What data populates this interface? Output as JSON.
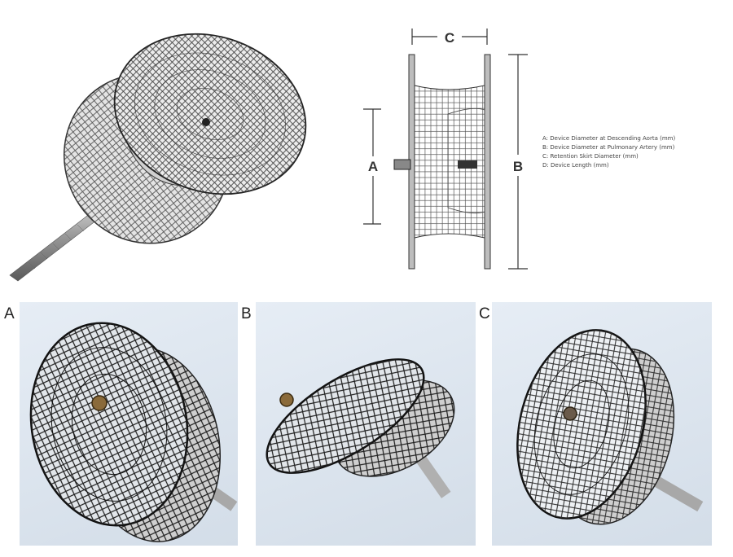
{
  "schematic": {
    "dim_a": "A",
    "dim_b": "B",
    "dim_c": "C"
  },
  "legend": [
    "A: Device Diameter at Descending Aorta (mm)",
    "B: Device Diameter at Pulmonary Artery (mm)",
    "C: Retention Skirt Diameter (mm)",
    "D: Device Length (mm)"
  ],
  "panels": {
    "a": "A",
    "b": "B",
    "c": "C"
  }
}
